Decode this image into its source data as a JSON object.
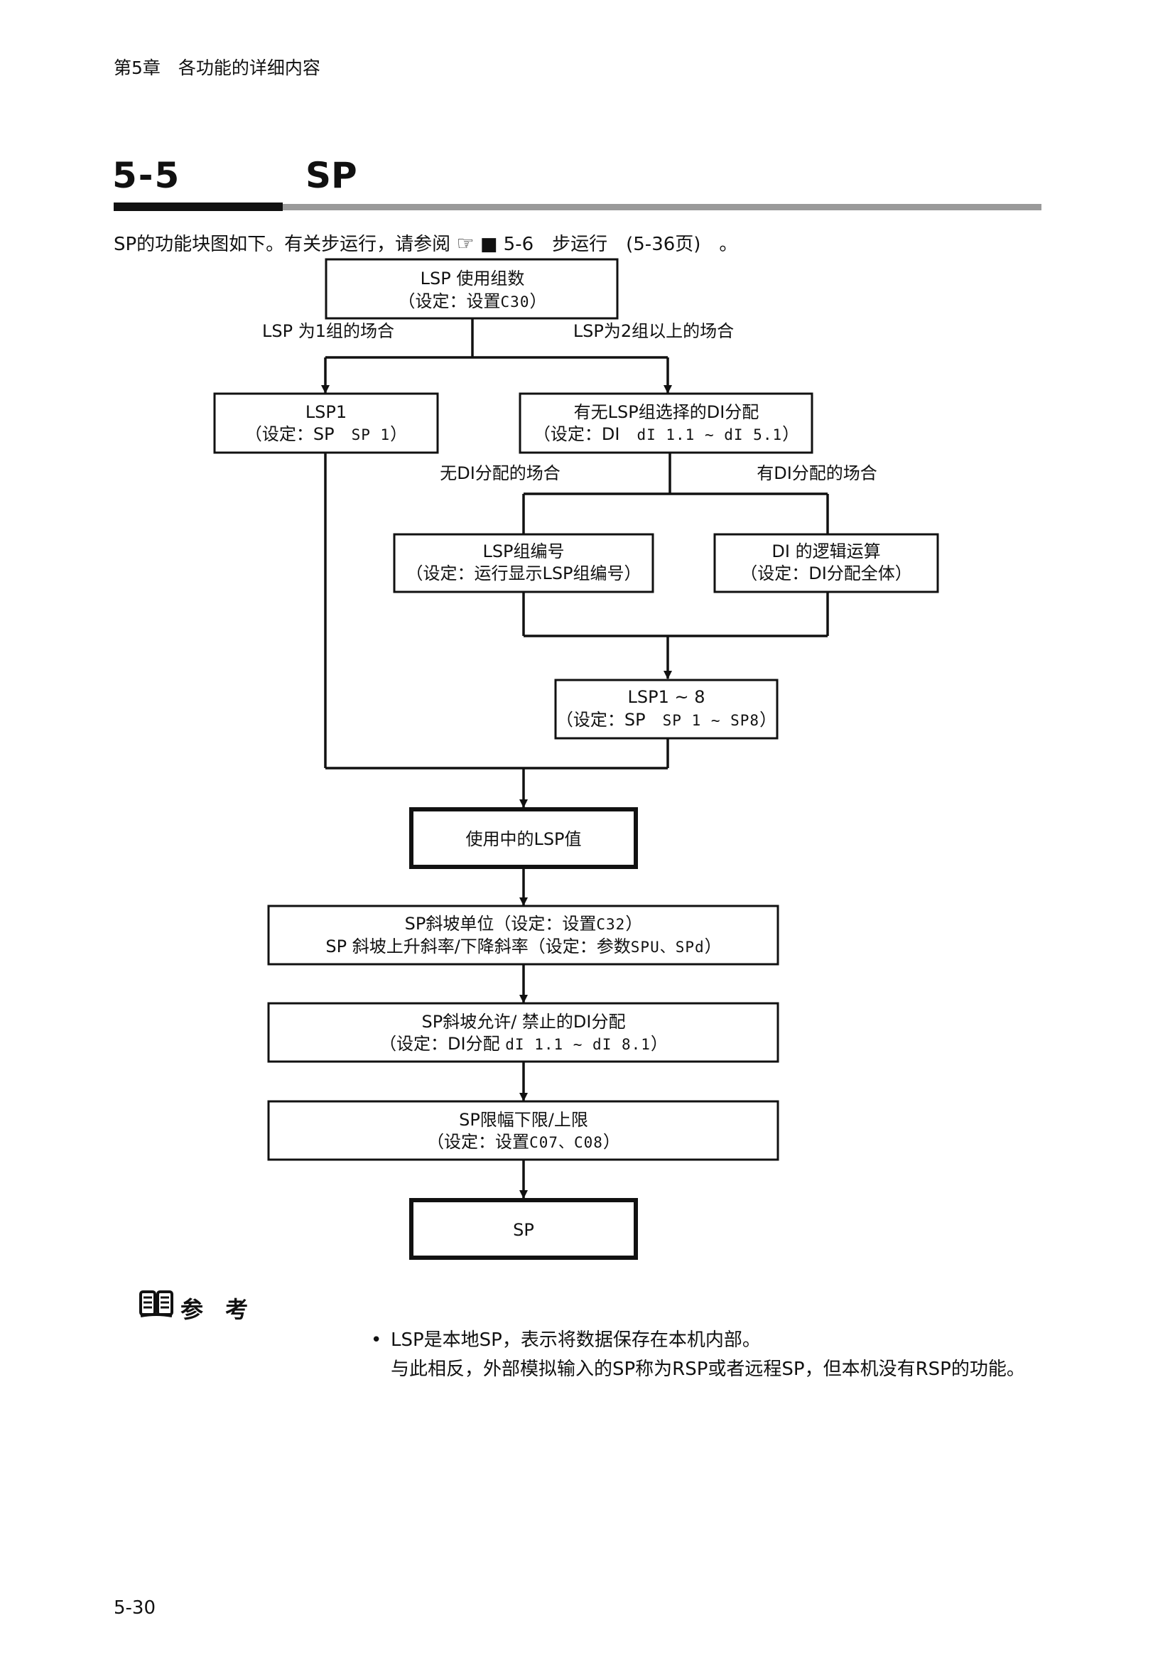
{
  "header": {
    "chapter": "第5章",
    "chapter_title": "各功能的详细内容"
  },
  "section": {
    "number": "5-5",
    "title": "SP"
  },
  "intro": {
    "text_before": "SP的功能块图如下。有关步运行，请参阅",
    "ref_icon": "pointing-hand-icon",
    "ref_text": "■ 5-6　步运行　(5-36页)　。"
  },
  "flow": {
    "lsp_groups": {
      "title": "LSP 使用组数",
      "setting": "（设定：设置",
      "code": "C30",
      "close": "）"
    },
    "branch_single": "LSP 为1组的场合",
    "branch_multi": "LSP为2组以上的场合",
    "lsp1": {
      "title": "LSP1",
      "setting": "（设定：SP",
      "code": "SP 1",
      "close": "）"
    },
    "di_assign": {
      "title": "有无LSP组选择的DI分配",
      "setting": "（设定：DI",
      "code": "dI 1.1 ~ dI 5.1",
      "close": "）"
    },
    "branch_no_di": "无DI分配的场合",
    "branch_has_di": "有DI分配的场合",
    "lsp_group_no": {
      "title": "LSP组编号",
      "setting": "（设定：运行显示LSP组编号）"
    },
    "di_logic": {
      "title": "DI 的逻辑运算",
      "setting": "（设定：DI分配全体）"
    },
    "lsp1_8": {
      "title": "LSP1 ~ 8",
      "setting": "（设定：SP",
      "code": "SP 1 ~ SP8",
      "close": "）"
    },
    "lsp_in_use": "使用中的LSP值",
    "ramp_unit": {
      "line1": "SP斜坡单位（设定：设置",
      "line1_code": "C32",
      "line1_close": "）",
      "line2": "SP 斜坡上升斜率/下降斜率（设定：参数",
      "line2_code": "SPU、SPd",
      "line2_close": "）"
    },
    "ramp_di": {
      "title": "SP斜坡允许/ 禁止的DI分配",
      "setting": "（设定：DI分配",
      "code": "dI 1.1 ~ dI 8.1",
      "close": "）"
    },
    "sp_limit": {
      "title": "SP限幅下限/上限",
      "setting": "（设定：设置",
      "code": "C07、C08",
      "close": "）"
    },
    "sp_out": "SP"
  },
  "reference": {
    "title": "参 考",
    "bullet": "•",
    "line1": "LSP是本地SP，表示将数据保存在本机内部。",
    "line2": "与此相反，外部模拟输入的SP称为RSP或者远程SP，但本机没有RSP的功能。"
  },
  "page_number": "5-30"
}
